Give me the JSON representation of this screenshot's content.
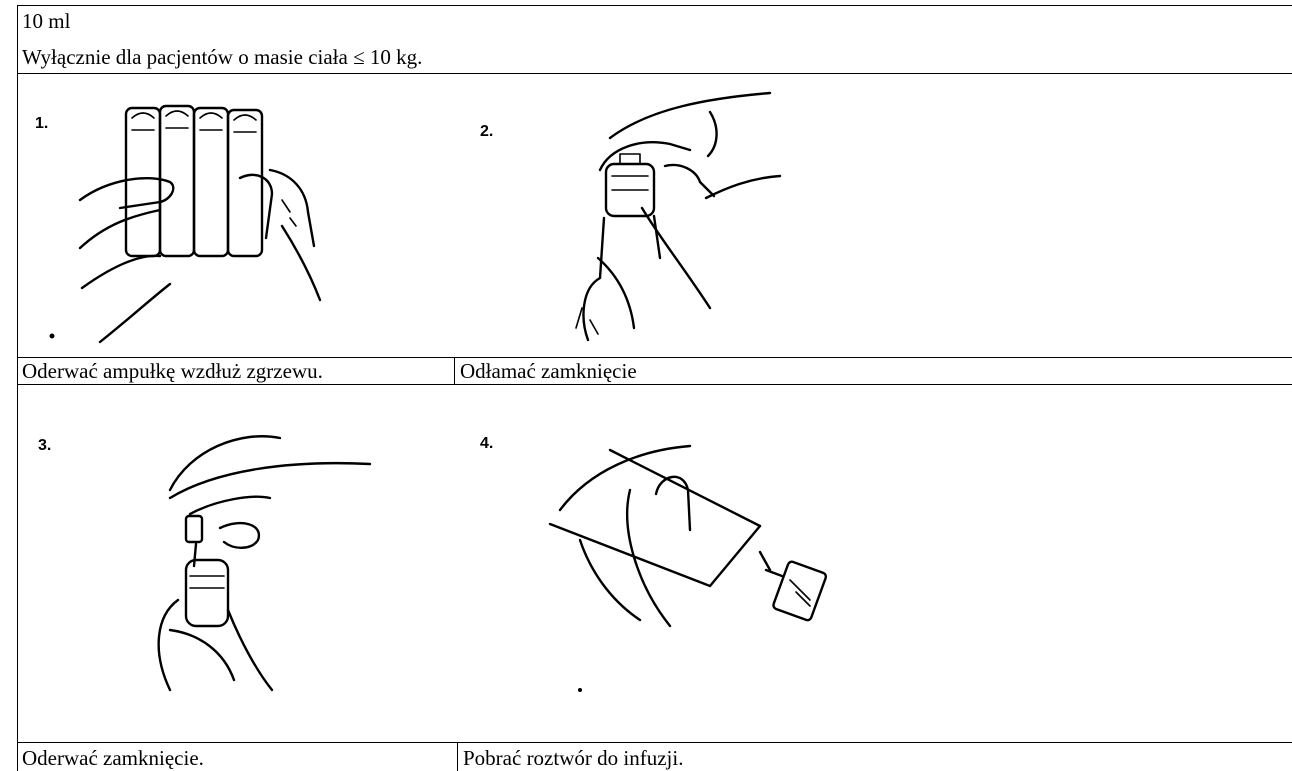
{
  "header": {
    "volume": "10 ml",
    "note": "Wyłącznie dla pacjentów o masie ciała ≤ 10 kg."
  },
  "steps": [
    {
      "number": "1.",
      "caption": "Oderwać ampułkę wzdłuż zgrzewu.",
      "icon": "ampoule-strip-tear-illustration"
    },
    {
      "number": "2.",
      "caption": "Odłamać zamknięcie",
      "icon": "ampoule-cap-break-illustration"
    },
    {
      "number": "3.",
      "caption": "Oderwać zamknięcie.",
      "icon": "ampoule-cap-remove-illustration"
    },
    {
      "number": "4.",
      "caption": "Pobrać roztwór do infuzji.",
      "icon": "ampoule-syringe-draw-illustration"
    }
  ]
}
